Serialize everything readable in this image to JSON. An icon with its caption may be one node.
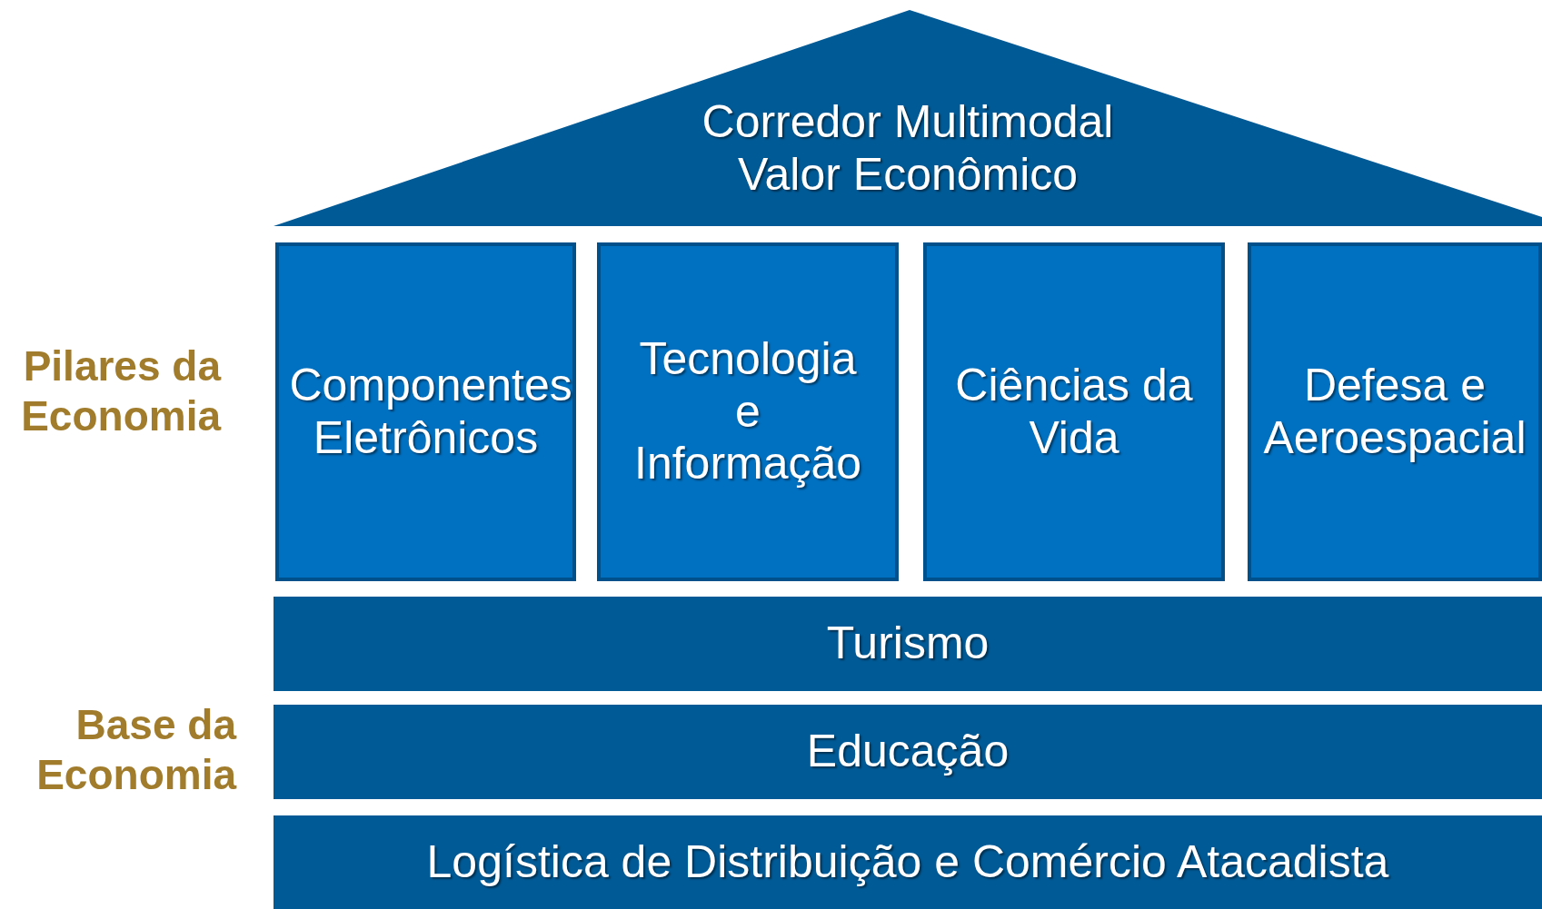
{
  "diagram": {
    "nodes": [
      {
        "text": [
          "Corredor Multimodal Valor Econômico"
        ]
      },
      {
        "text": [
          "Componentes Eletrônicos"
        ]
      },
      {
        "text": [
          "Tecnologia e Informação"
        ]
      },
      {
        "text": [
          "Ciências da Vida"
        ]
      },
      {
        "text": [
          "Defesa e Aeroespacial"
        ]
      },
      {
        "text": [
          "Turismo"
        ]
      },
      {
        "text": [
          "Educação"
        ]
      },
      {
        "text": [
          "Logística de Distribuição e Comércio Atacadista"
        ]
      }
    ],
    "edges": [],
    "labels": [
      "Pilares da Economia",
      "Base da Economia"
    ]
  }
}
